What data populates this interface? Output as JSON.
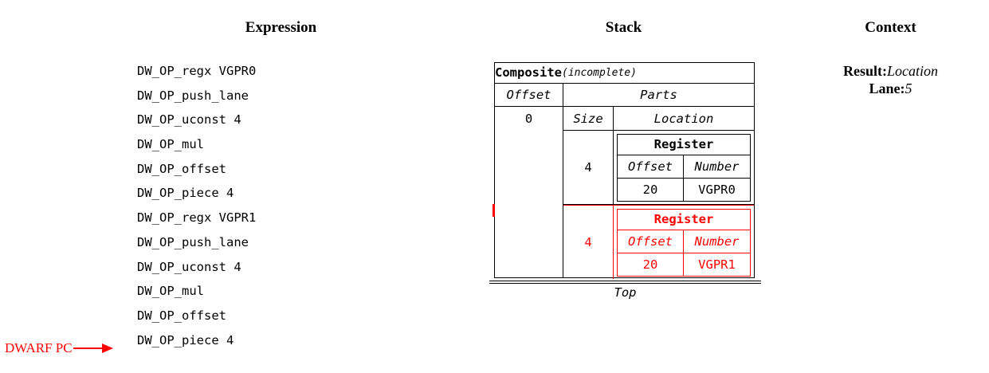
{
  "headings": {
    "expression": "Expression",
    "stack": "Stack",
    "context": "Context"
  },
  "expression": {
    "lines": [
      "DW_OP_regx VGPR0",
      "DW_OP_push_lane",
      "DW_OP_uconst 4",
      "DW_OP_mul",
      "DW_OP_offset",
      "DW_OP_piece 4",
      "DW_OP_regx VGPR1",
      "DW_OP_push_lane",
      "DW_OP_uconst 4",
      "DW_OP_mul",
      "DW_OP_offset",
      "DW_OP_piece 4"
    ],
    "pc_marker": {
      "label": "DWARF PC",
      "color": "#ff0000",
      "points_after_line_index": 11
    }
  },
  "stack": {
    "bottom_label": "Top",
    "composite": {
      "title": "Composite",
      "qualifier": "(incomplete)",
      "offset_header": "Offset",
      "offset_value": "0",
      "parts_header": "Parts",
      "size_header": "Size",
      "location_header": "Location",
      "parts": [
        {
          "size": "4",
          "highlight": false,
          "color": "#000000",
          "location": {
            "title": "Register",
            "offset_header": "Offset",
            "number_header": "Number",
            "offset_value": "20",
            "number_value": "VGPR0"
          }
        },
        {
          "size": "4",
          "highlight": true,
          "color": "#ff0000",
          "location": {
            "title": "Register",
            "offset_header": "Offset",
            "number_header": "Number",
            "offset_value": "20",
            "number_value": "VGPR1"
          }
        }
      ]
    }
  },
  "context": {
    "result_key": "Result:",
    "result_value": "Location",
    "lane_key": "Lane:",
    "lane_value": "5"
  }
}
